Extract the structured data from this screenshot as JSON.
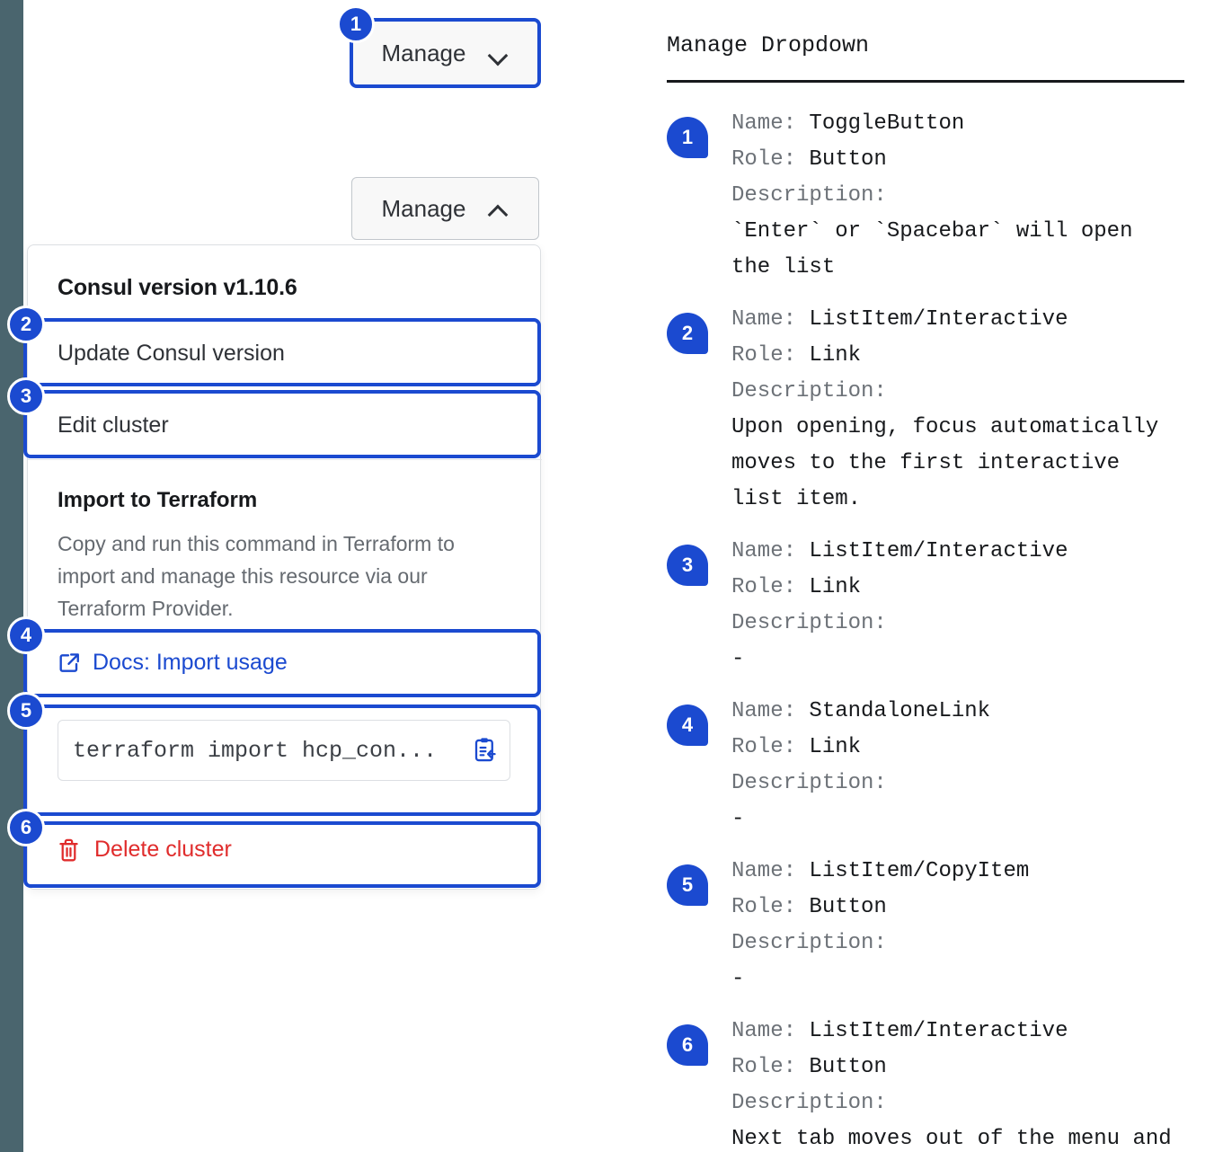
{
  "side_rail": {
    "color": "#4a656e"
  },
  "accent": {
    "blue": "#1b4ad0",
    "red": "#e02c2c",
    "link": "#1b4ad0"
  },
  "toggle_closed": {
    "label": "Manage",
    "icon": "chevron-down-icon"
  },
  "toggle_open": {
    "label": "Manage",
    "icon": "chevron-up-icon"
  },
  "dropdown": {
    "version_title": "Consul version v1.10.6",
    "items": [
      {
        "label": "Update Consul version"
      },
      {
        "label": "Edit cluster"
      }
    ],
    "terraform": {
      "title": "Import to Terraform",
      "description": "Copy and run this command in Terraform to import and manage this resource via our Terraform Provider.",
      "docs_link": "Docs: Import usage",
      "docs_icon": "external-link-docs-icon",
      "command": "terraform import hcp_con...",
      "copy_icon": "copy-to-clipboard-icon"
    },
    "delete": {
      "label": "Delete cluster",
      "icon": "trash-icon"
    }
  },
  "markers": [
    "1",
    "2",
    "3",
    "4",
    "5",
    "6"
  ],
  "annotations": {
    "heading": "Manage Dropdown",
    "labels": {
      "name": "Name:",
      "role": "Role:",
      "description": "Description:"
    },
    "rows": [
      {
        "num": "1",
        "name": "ToggleButton",
        "role": "Button",
        "description": "`Enter` or `Spacebar` will open\nthe list"
      },
      {
        "num": "2",
        "name": "ListItem/Interactive",
        "role": "Link",
        "description": "Upon opening, focus automatically\nmoves to the first interactive\nlist item."
      },
      {
        "num": "3",
        "name": "ListItem/Interactive",
        "role": "Link",
        "description": "-"
      },
      {
        "num": "4",
        "name": "StandaloneLink",
        "role": "Link",
        "description": "-"
      },
      {
        "num": "5",
        "name": "ListItem/CopyItem",
        "role": "Button",
        "description": "-"
      },
      {
        "num": "6",
        "name": "ListItem/Interactive",
        "role": "Button",
        "description": "Next tab moves out of the menu and\nto the next focusable element"
      }
    ]
  }
}
